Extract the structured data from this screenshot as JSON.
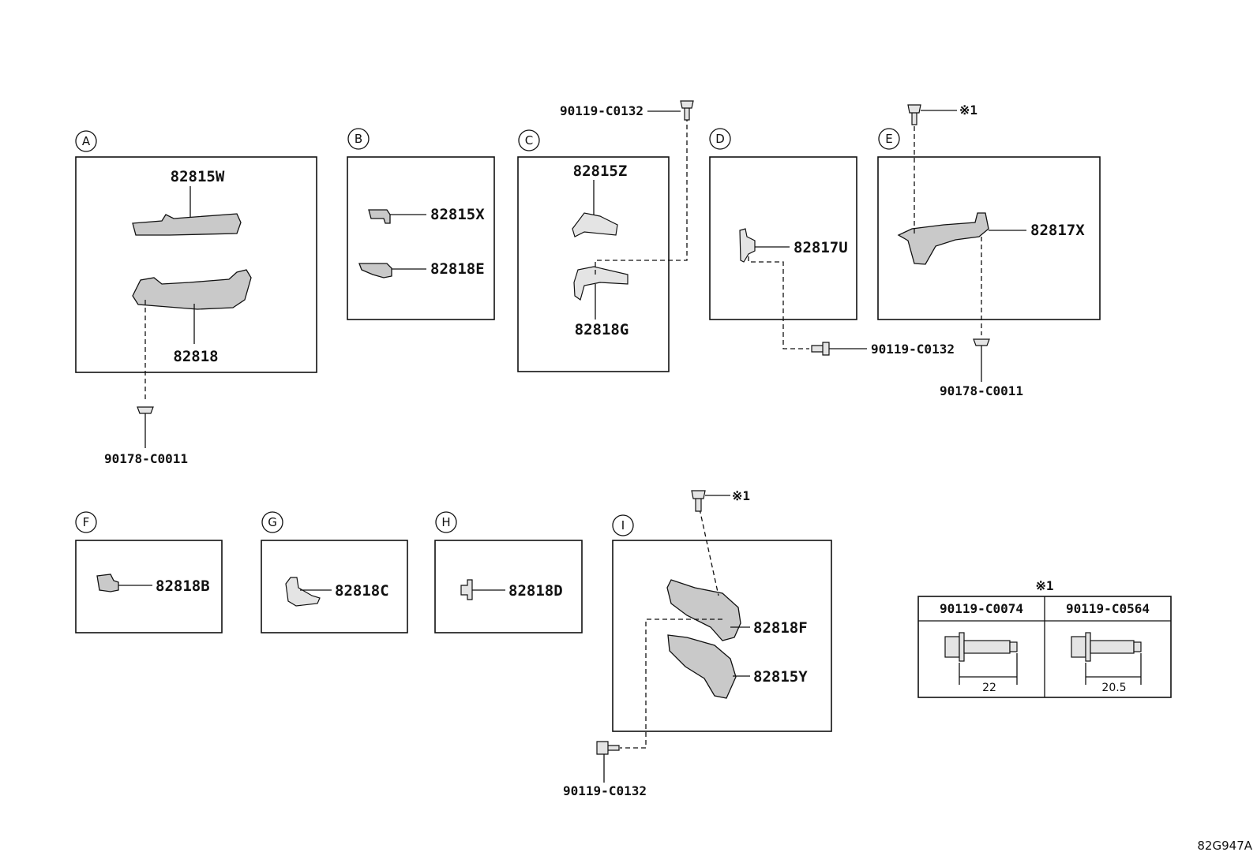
{
  "sections": {
    "A": {
      "letter": "A",
      "parts": [
        "82815W",
        "82818"
      ],
      "clip": "90178-C0011"
    },
    "B": {
      "letter": "B",
      "parts": [
        "82815X",
        "82818E"
      ]
    },
    "C": {
      "letter": "C",
      "parts": [
        "82815Z",
        "82818G"
      ],
      "bolt": "90119-C0132"
    },
    "D": {
      "letter": "D",
      "parts": [
        "82817U"
      ],
      "bolt": "90119-C0132"
    },
    "E": {
      "letter": "E",
      "parts": [
        "82817X"
      ],
      "bolt_ref": "※1",
      "clip": "90178-C0011"
    },
    "F": {
      "letter": "F",
      "parts": [
        "82818B"
      ]
    },
    "G": {
      "letter": "G",
      "parts": [
        "82818C"
      ]
    },
    "H": {
      "letter": "H",
      "parts": [
        "82818D"
      ]
    },
    "I": {
      "letter": "I",
      "parts": [
        "82818F",
        "82815Y"
      ],
      "bolt_ref": "※1",
      "bolt": "90119-C0132"
    }
  },
  "note_table": {
    "title": "※1",
    "columns": [
      "90119-C0074",
      "90119-C0564"
    ],
    "dimensions": [
      "22",
      "20.5"
    ]
  },
  "diagram_code": "82G947A"
}
